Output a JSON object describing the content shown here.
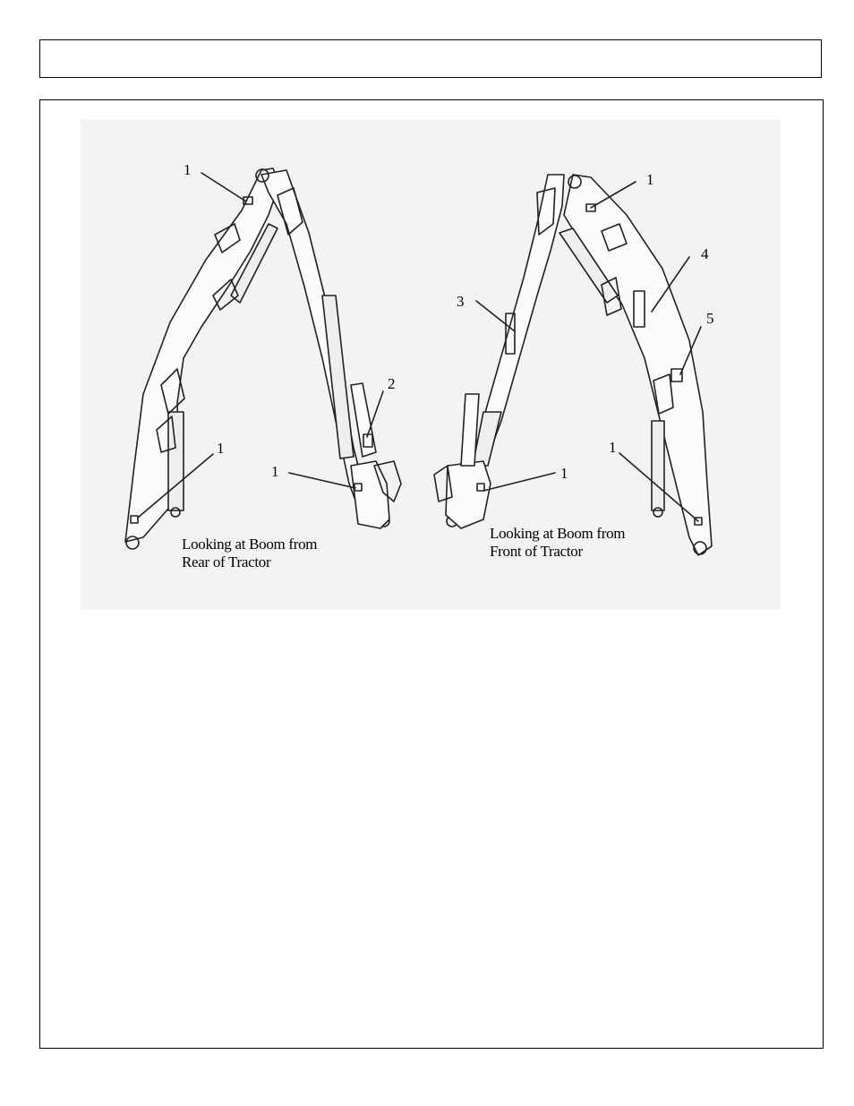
{
  "header": {
    "title": ""
  },
  "figure": {
    "left_view": {
      "caption_line1": "Looking at Boom from",
      "caption_line2": "Rear of Tractor",
      "callouts": [
        "1",
        "2",
        "1",
        "1"
      ]
    },
    "right_view": {
      "caption_line1": "Looking at Boom from",
      "caption_line2": "Front of Tractor",
      "callouts": [
        "1",
        "4",
        "3",
        "5",
        "1",
        "1"
      ]
    }
  }
}
